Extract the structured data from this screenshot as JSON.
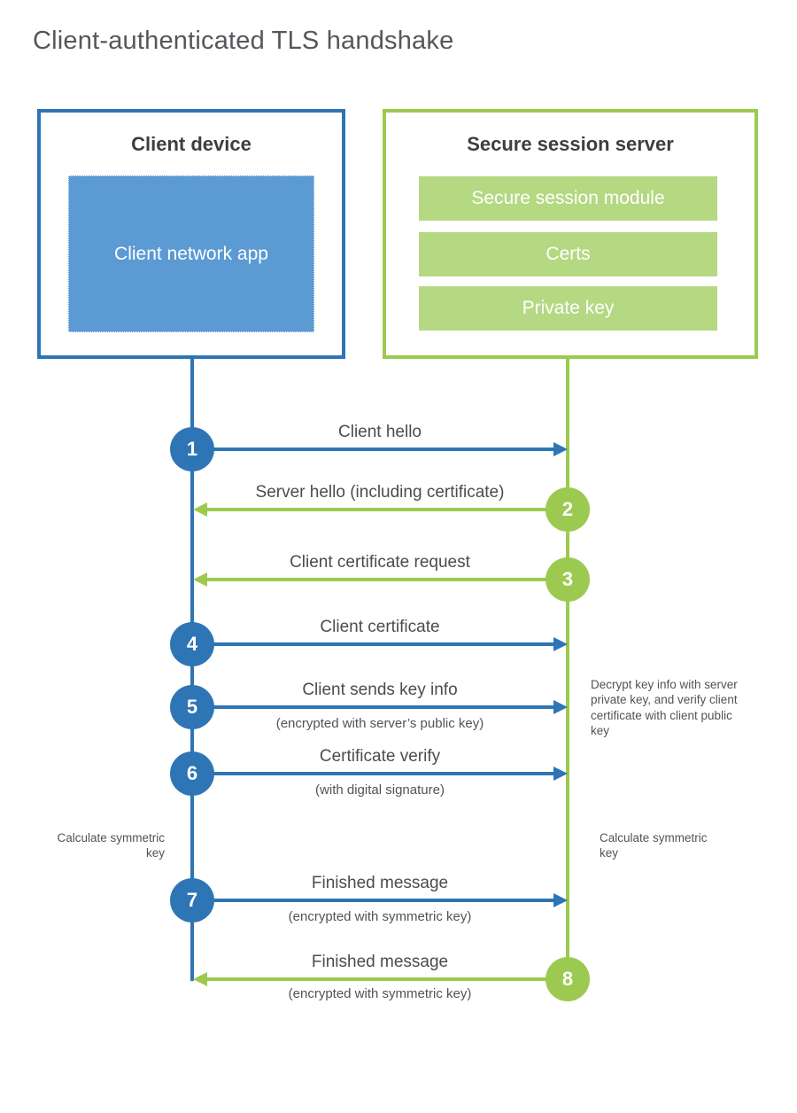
{
  "title": "Client-authenticated TLS handshake",
  "colors": {
    "blue": "#2e75b5",
    "blue_fill": "#5b9ad3",
    "green": "#9cca50",
    "green_fill": "#b5d883",
    "label_text": "#4b4c4e"
  },
  "client": {
    "title": "Client device",
    "app_label": "Client network app"
  },
  "server": {
    "title": "Secure session server",
    "modules": [
      "Secure session module",
      "Certs",
      "Private key"
    ]
  },
  "steps": [
    {
      "num": "1",
      "label": "Client hello",
      "sublabel": "",
      "direction": "right",
      "color": "blue"
    },
    {
      "num": "2",
      "label": "Server hello (including certificate)",
      "sublabel": "",
      "direction": "left",
      "color": "green"
    },
    {
      "num": "3",
      "label": "Client certificate request",
      "sublabel": "",
      "direction": "left",
      "color": "green"
    },
    {
      "num": "4",
      "label": "Client certificate",
      "sublabel": "",
      "direction": "right",
      "color": "blue"
    },
    {
      "num": "5",
      "label": "Client sends key info",
      "sublabel": "(encrypted with server’s public key)",
      "direction": "right",
      "color": "blue"
    },
    {
      "num": "6",
      "label": "Certificate verify",
      "sublabel": "(with digital signature)",
      "direction": "right",
      "color": "blue"
    },
    {
      "num": "7",
      "label": "Finished message",
      "sublabel": "(encrypted with symmetric key)",
      "direction": "right",
      "color": "blue"
    },
    {
      "num": "8",
      "label": "Finished message",
      "sublabel": "(encrypted with symmetric key)",
      "direction": "left",
      "color": "green"
    }
  ],
  "annotations": {
    "decrypt_note": "Decrypt key info with server private key, and verify client certificate with client public key",
    "calculate_left": "Calculate symmetric key",
    "calculate_right": "Calculate symmetric key"
  }
}
